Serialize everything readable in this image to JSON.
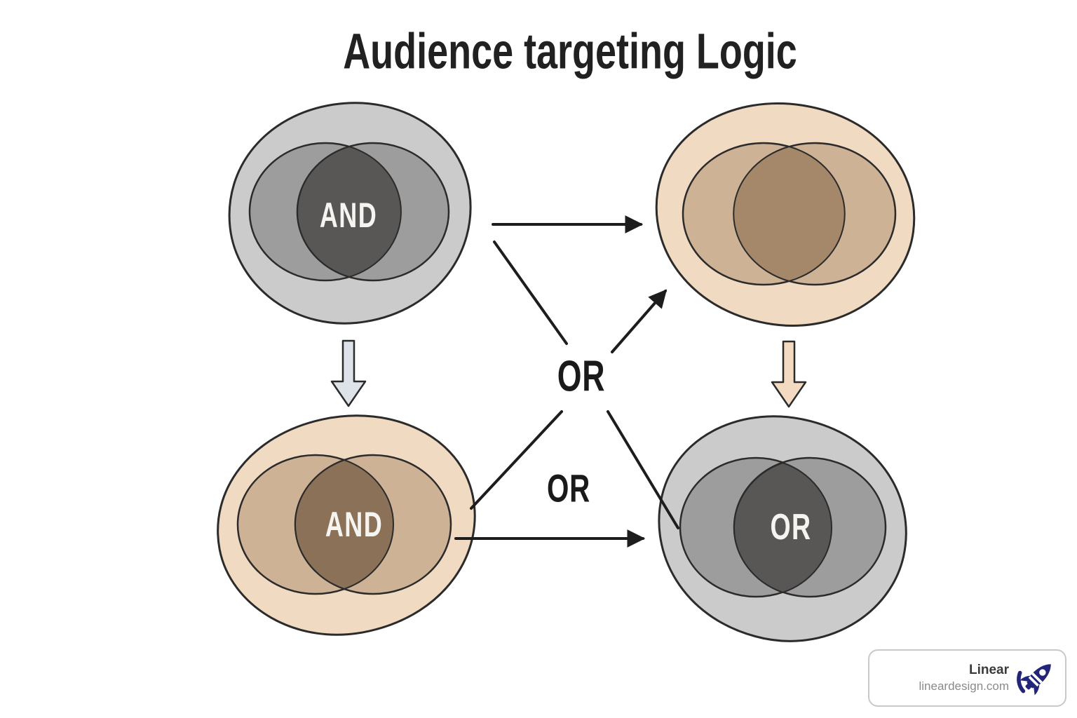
{
  "title": "Audience targeting Logic",
  "diagram": {
    "top_left": {
      "label": "AND",
      "palette": "gray"
    },
    "top_right": {
      "label": "",
      "palette": "tan"
    },
    "bottom_left": {
      "label": "AND",
      "palette": "tan"
    },
    "bottom_right": {
      "label": "OR",
      "palette": "gray"
    },
    "or_label_upper": "OR",
    "or_label_lower": "OR"
  },
  "branding": {
    "name": "Linear",
    "site": "lineardesign.com"
  },
  "colors": {
    "background": "#ffffff",
    "title_text": "#212121",
    "node_label_text": "#f6f4f0",
    "or_label_text": "#1a1a1a",
    "outline": "#2b2b2b",
    "arrow": "#1d1d1d",
    "gray_outer": "#cbcbcb",
    "gray_mid": "#9d9d9d",
    "gray_core": "#595756",
    "tan_outer": "#f0dac2",
    "tan_mid": "#cdb296",
    "tan_core": "#a5876a",
    "tan_core_deep": "#8b7157",
    "block_arrow_gray": "#dde3e8",
    "block_arrow_tan": "#f3dac1",
    "logo_navy": "#232578",
    "logo_border": "#c9c9c9",
    "logo_name_text": "#3a3a3a",
    "logo_site_text": "#8a8a8a"
  }
}
